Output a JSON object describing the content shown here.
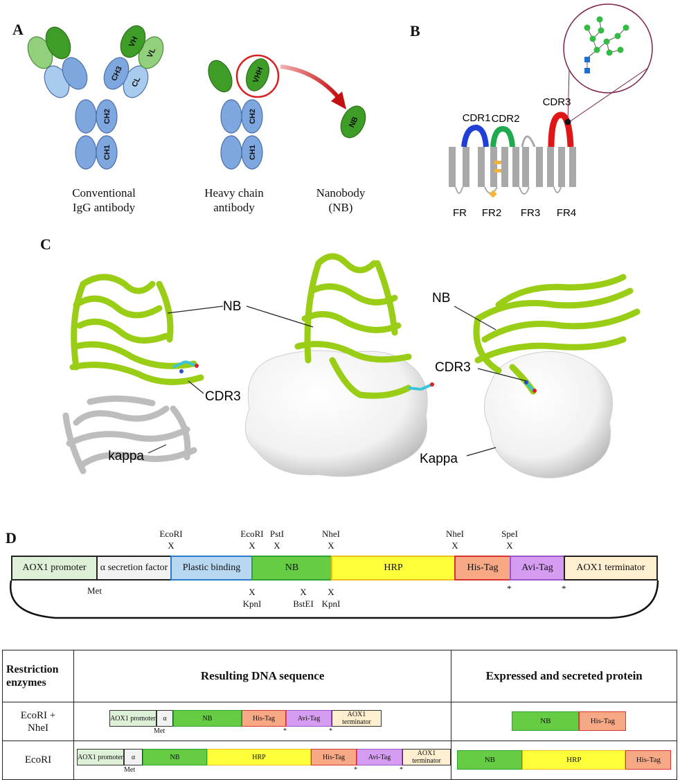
{
  "panels": {
    "a": "A",
    "b": "B",
    "c": "C",
    "d": "D"
  },
  "panel_a": {
    "domains": {
      "vh": "VH",
      "vl": "VL",
      "ch3": "CH3",
      "cl": "CL",
      "ch2": "CH2",
      "ch1": "CH1",
      "vhh": "VHH",
      "nb": "NB"
    },
    "captions": {
      "igg": [
        "Conventional",
        "IgG antibody"
      ],
      "heavy": [
        "Heavy chain",
        "antibody"
      ],
      "nanobody": [
        "Nanobody",
        "(NB)"
      ]
    }
  },
  "panel_b": {
    "cdr_labels": [
      "CDR1",
      "CDR2",
      "CDR3"
    ],
    "fr_labels": [
      "FR",
      "FR2",
      "FR3",
      "FR4"
    ],
    "colors": {
      "cdr1": "#1f3fd6",
      "cdr2": "#1faa4f",
      "cdr3": "#e01515",
      "framework": "#a9a9a9",
      "disulfide": "#f2b53a"
    }
  },
  "panel_c": {
    "labels": {
      "nb1": "NB",
      "nb2": "NB",
      "cdr3_a": "CDR3",
      "cdr3_b": "CDR3",
      "kappa_a": "kappa",
      "kappa_b": "Kappa"
    },
    "colors": {
      "nb": "#9acd16",
      "kappa": "#d6d6d6"
    }
  },
  "panel_d": {
    "segments": [
      {
        "label": "AOX1 promoter",
        "color": "#dff0d8"
      },
      {
        "label": "α secretion factor",
        "color": "#f2f2f2"
      },
      {
        "label": "Plastic binding",
        "color": "#b7d8f0"
      },
      {
        "label": "NB",
        "color": "#66cc44"
      },
      {
        "label": "HRP",
        "color": "#ffff3a"
      },
      {
        "label": "His-Tag",
        "color": "#f7a884"
      },
      {
        "label": "Avi-Tag",
        "color": "#d59cf2"
      },
      {
        "label": "AOX1 terminator",
        "color": "#fdefcf"
      }
    ],
    "top_sites": [
      "EcoRI",
      "EcoRI",
      "PstI",
      "NheI",
      "NheI",
      "SpeI"
    ],
    "bottom_sites": [
      "KpnI",
      "BstEI",
      "KpnI"
    ],
    "site_mark": "X",
    "met": "Met",
    "stop": "*"
  },
  "table": {
    "headers": [
      "Restriction enzymes",
      "Resulting DNA sequence",
      "Expressed and secreted protein"
    ],
    "rows": [
      {
        "enzymes": [
          "EcoRI +",
          "NheI"
        ],
        "dna": [
          "AOX1 promoter",
          "α",
          "NB",
          "His-Tag",
          "Avi-Tag",
          "AOX1 terminator"
        ],
        "protein": [
          "NB",
          "His-Tag"
        ],
        "met": "Met"
      },
      {
        "enzymes": [
          "EcoRI"
        ],
        "dna": [
          "AOX1 promoter",
          "α",
          "NB",
          "HRP",
          "His-Tag",
          "Avi-Tag",
          "AOX1 terminator"
        ],
        "protein": [
          "NB",
          "HRP",
          "His-Tag"
        ],
        "met": "Met"
      }
    ]
  }
}
